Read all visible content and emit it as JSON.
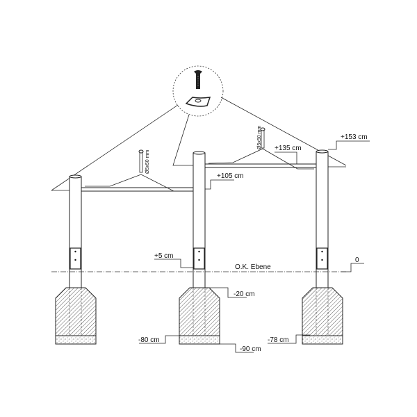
{
  "diagram": {
    "detail_callout": {
      "items": [
        "countersunk-screw",
        "curved-washer-plate"
      ]
    },
    "screw_labels": [
      "Ø5x50 mm",
      "Ø5x50 mm"
    ],
    "height_labels": {
      "top_right_post": "+153 cm",
      "upper_rail": "+135 cm",
      "lower_rail": "+105 cm",
      "bracket_top": "+5 cm",
      "ground_reference": "0",
      "ground_label": "O.K. Ebene",
      "foundation_top": "-20 cm",
      "foundation_bottom_left": "-80 cm",
      "gravel_bottom": "-90 cm",
      "foundation_bottom_right": "-78 cm"
    },
    "colors": {
      "line": "#222222",
      "background": "#ffffff"
    }
  }
}
